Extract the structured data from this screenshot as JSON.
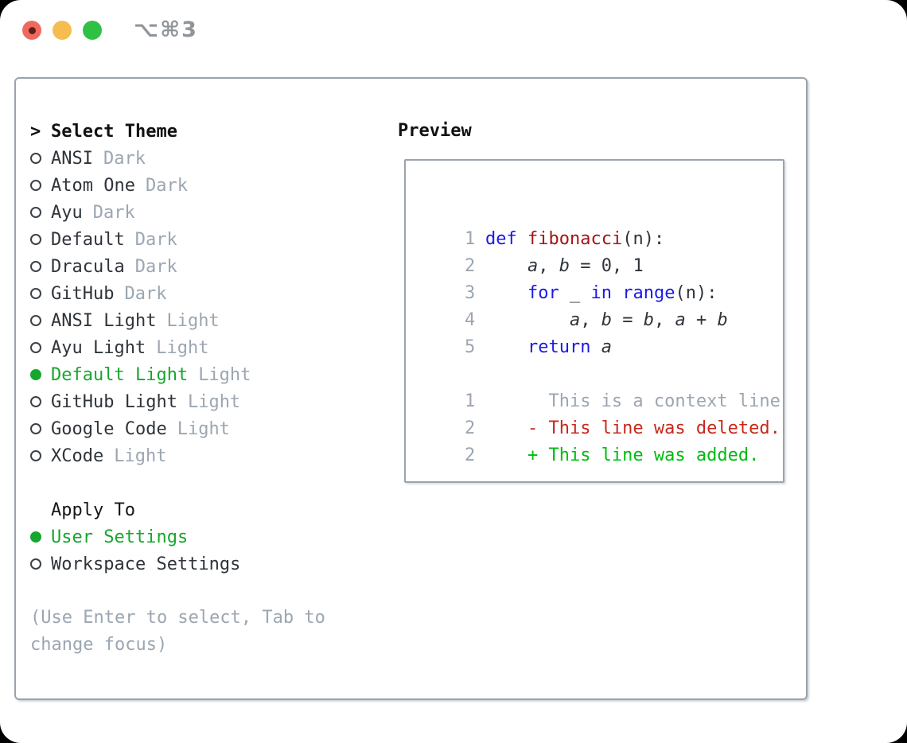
{
  "colors": {
    "window_bg": "#ffffff",
    "border": "#9aa3ae",
    "text": "#2f343a",
    "muted": "#9ca6b2",
    "accent_green": "#17a62e",
    "added_green": "#00bb10",
    "deleted_red": "#c8281a",
    "keyword_blue": "#1a1ae8",
    "function_red": "#a31515",
    "light_red": "#ee6a5f",
    "light_yellow": "#f5bd4f",
    "light_green": "#2fc144",
    "light_red_dot": "#5c1f1a",
    "title_gray": "#8f959b"
  },
  "window": {
    "title": "⌥⌘3"
  },
  "theme_panel": {
    "header_prefix": ">",
    "header": "Select Theme",
    "items": [
      {
        "name": "ANSI",
        "badge": "Dark",
        "selected": false
      },
      {
        "name": "Atom One",
        "badge": "Dark",
        "selected": false
      },
      {
        "name": "Ayu",
        "badge": "Dark",
        "selected": false
      },
      {
        "name": "Default",
        "badge": "Dark",
        "selected": false
      },
      {
        "name": "Dracula",
        "badge": "Dark",
        "selected": false
      },
      {
        "name": "GitHub",
        "badge": "Dark",
        "selected": false
      },
      {
        "name": "ANSI Light",
        "badge": "Light",
        "selected": false
      },
      {
        "name": "Ayu Light",
        "badge": "Light",
        "selected": false
      },
      {
        "name": "Default Light",
        "badge": "Light",
        "selected": true
      },
      {
        "name": "GitHub Light",
        "badge": "Light",
        "selected": false
      },
      {
        "name": "Google Code",
        "badge": "Light",
        "selected": false
      },
      {
        "name": "XCode",
        "badge": "Light",
        "selected": false
      }
    ]
  },
  "apply_to": {
    "header": "Apply To",
    "options": [
      {
        "name": "User Settings",
        "selected": true
      },
      {
        "name": "Workspace Settings",
        "selected": false
      }
    ]
  },
  "help_text": "(Use Enter to select, Tab to change focus)",
  "preview": {
    "header": "Preview",
    "lines": [
      {
        "num": "1",
        "parts": [
          {
            "t": "def",
            "s": "kw"
          },
          {
            "t": " ",
            "s": "pl"
          },
          {
            "t": "fibonacci",
            "s": "fn"
          },
          {
            "t": "(n):",
            "s": "pl"
          }
        ]
      },
      {
        "num": "2",
        "parts": [
          {
            "t": "    ",
            "s": "pl"
          },
          {
            "t": "a",
            "s": "var"
          },
          {
            "t": ", ",
            "s": "pl"
          },
          {
            "t": "b",
            "s": "var"
          },
          {
            "t": " = 0, 1",
            "s": "pl"
          }
        ]
      },
      {
        "num": "3",
        "parts": [
          {
            "t": "    ",
            "s": "pl"
          },
          {
            "t": "for",
            "s": "kw"
          },
          {
            "t": " _ ",
            "s": "pl"
          },
          {
            "t": "in",
            "s": "kw"
          },
          {
            "t": " ",
            "s": "pl"
          },
          {
            "t": "range",
            "s": "kw"
          },
          {
            "t": "(n):",
            "s": "pl"
          }
        ]
      },
      {
        "num": "4",
        "parts": [
          {
            "t": "        ",
            "s": "pl"
          },
          {
            "t": "a",
            "s": "var"
          },
          {
            "t": ", ",
            "s": "pl"
          },
          {
            "t": "b",
            "s": "var"
          },
          {
            "t": " = ",
            "s": "pl"
          },
          {
            "t": "b",
            "s": "var"
          },
          {
            "t": ", ",
            "s": "pl"
          },
          {
            "t": "a",
            "s": "var"
          },
          {
            "t": " + ",
            "s": "pl"
          },
          {
            "t": "b",
            "s": "var"
          }
        ]
      },
      {
        "num": "5",
        "parts": [
          {
            "t": "    ",
            "s": "pl"
          },
          {
            "t": "return",
            "s": "kw"
          },
          {
            "t": " ",
            "s": "pl"
          },
          {
            "t": "a",
            "s": "var"
          }
        ]
      },
      {
        "num": "",
        "parts": []
      },
      {
        "num": "1",
        "parts": [
          {
            "t": "      This is a context line.",
            "s": "ctx"
          }
        ]
      },
      {
        "num": "2",
        "parts": [
          {
            "t": "    - This line was deleted.",
            "s": "del"
          }
        ]
      },
      {
        "num": "2",
        "parts": [
          {
            "t": "    + This line was added.",
            "s": "add"
          }
        ]
      }
    ]
  }
}
